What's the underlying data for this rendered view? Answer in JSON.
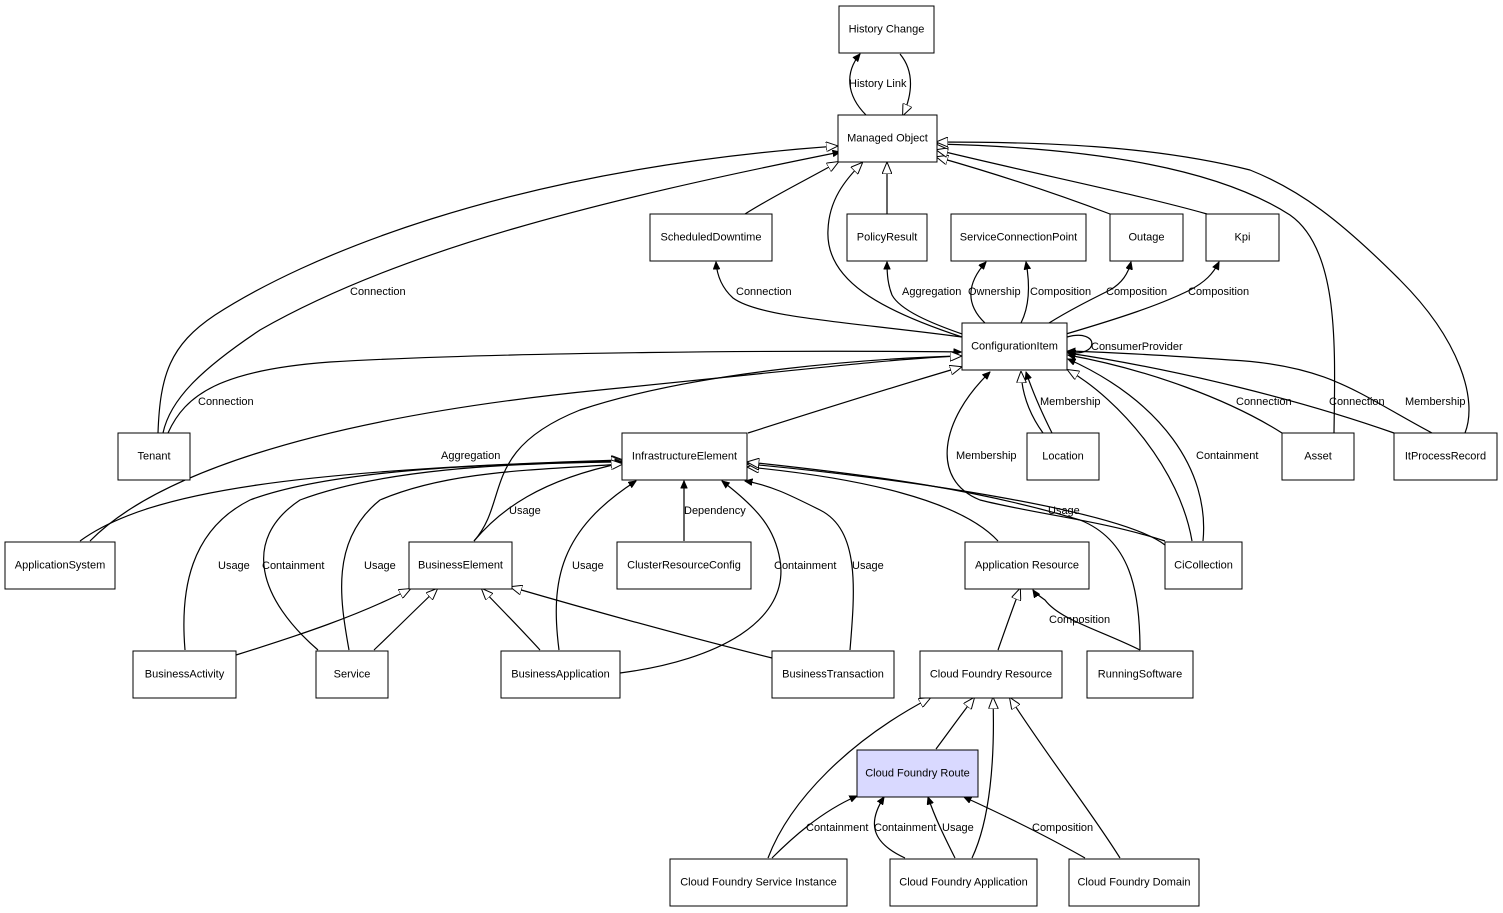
{
  "nodes": {
    "history_change": "History Change",
    "managed_object": "Managed Object",
    "scheduled_downtime": "ScheduledDowntime",
    "policy_result": "PolicyResult",
    "service_connection_point": "ServiceConnectionPoint",
    "outage": "Outage",
    "kpi": "Kpi",
    "configuration_item": "ConfigurationItem",
    "tenant": "Tenant",
    "infrastructure_element": "InfrastructureElement",
    "location": "Location",
    "asset": "Asset",
    "it_process_record": "ItProcessRecord",
    "application_system": "ApplicationSystem",
    "business_element": "BusinessElement",
    "cluster_resource_config": "ClusterResourceConfig",
    "application_resource": "Application Resource",
    "ci_collection": "CiCollection",
    "business_activity": "BusinessActivity",
    "service": "Service",
    "business_application": "BusinessApplication",
    "business_transaction": "BusinessTransaction",
    "cloud_foundry_resource": "Cloud Foundry Resource",
    "running_software": "RunningSoftware",
    "cloud_foundry_route": "Cloud Foundry Route",
    "cloud_foundry_service_instance": "Cloud Foundry Service Instance",
    "cloud_foundry_application": "Cloud Foundry Application",
    "cloud_foundry_domain": "Cloud Foundry Domain"
  },
  "edge_labels": {
    "history_link": "History Link",
    "connection_tenant_mo": "Connection",
    "connection_ci_sd": "Connection",
    "aggregation_ci_pr": "Aggregation",
    "ownership": "Ownership",
    "composition_scp": "Composition",
    "composition_outage": "Composition",
    "composition_kpi": "Composition",
    "consumer_provider": "ConsumerProvider",
    "connection_tenant_ci": "Connection",
    "membership_location": "Membership",
    "connection_asset": "Connection",
    "connection_itpr": "Connection",
    "membership_itpr": "Membership",
    "aggregation_appsys": "Aggregation",
    "membership_cicoll": "Membership",
    "containment_cicoll": "Containment",
    "usage_be_ie": "Usage",
    "dependency": "Dependency",
    "usage_cicoll_ie": "Usage",
    "usage_ba_ie": "Usage",
    "containment_svc_ie": "Containment",
    "usage_svc_ie": "Usage",
    "usage_bapp_ie": "Usage",
    "containment_bapp_ie": "Containment",
    "usage_bt_ie": "Usage",
    "composition_rs_ar": "Composition",
    "containment_cfsi_route": "Containment",
    "containment_cfa_route": "Containment",
    "usage_cfa_route": "Usage",
    "composition_cfd_route": "Composition"
  },
  "colors": {
    "highlight_fill": "#d9d9ff",
    "stroke": "#000000",
    "background": "#ffffff"
  }
}
